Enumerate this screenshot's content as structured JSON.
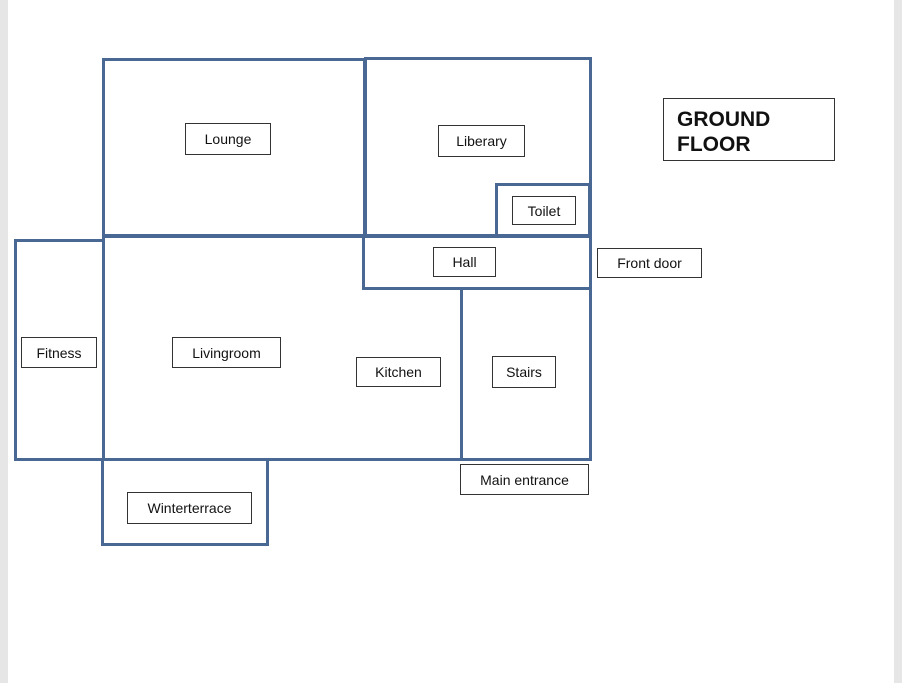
{
  "title": {
    "line1": "GROUND",
    "line2": "FLOOR"
  },
  "rooms": {
    "lounge": "Lounge",
    "liberary": "Liberary",
    "toilet": "Toilet",
    "hall": "Hall",
    "front_door": "Front door",
    "fitness": "Fitness",
    "livingroom": "Livingroom",
    "kitchen": "Kitchen",
    "stairs": "Stairs",
    "main_entrance": "Main entrance",
    "winterterrace": "Winterterrace"
  },
  "colors": {
    "wall": "#4a6894",
    "label_border": "#333333",
    "background": "#ffffff"
  }
}
